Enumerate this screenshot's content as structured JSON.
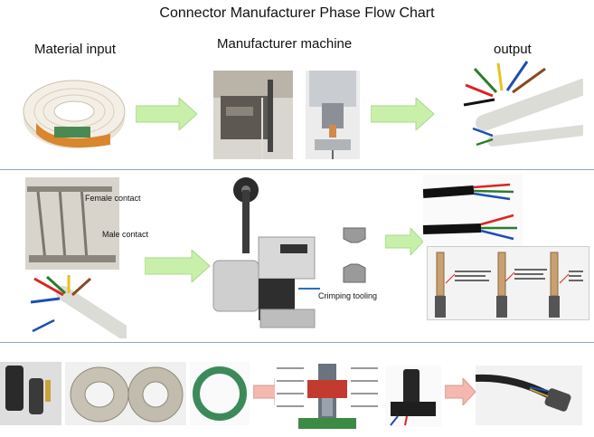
{
  "title": "Connector Manufacturer Phase Flow Chart",
  "headers": {
    "material_input": "Material input",
    "manufacturer_machine": "Manufacturer machine",
    "output": "output"
  },
  "labels": {
    "female_contact": "Female contact",
    "male_contact": "Male contact",
    "crimping_tooling": "Crimping tooling"
  },
  "colors": {
    "green_arrow": "#c8f0a8",
    "pink_arrow": "#f4b8b0",
    "divider": "#8fa6c6"
  }
}
